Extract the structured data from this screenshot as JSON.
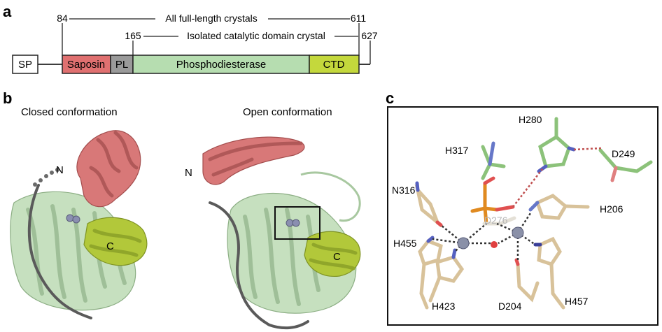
{
  "panels": {
    "a": {
      "label": "a",
      "positions": {
        "p84": "84",
        "p165": "165",
        "p611": "611",
        "p627": "627"
      },
      "ranges": {
        "full_length": "All full-length crystals",
        "catalytic": "Isolated catalytic domain crystal"
      },
      "domains": {
        "sp": {
          "label": "SP",
          "color": "#ffffff"
        },
        "saposin": {
          "label": "Saposin",
          "color": "#e07070"
        },
        "pl": {
          "label": "PL",
          "color": "#9a9a9a"
        },
        "pde": {
          "label": "Phosphodiesterase",
          "color": "#b6ddb0"
        },
        "ctd": {
          "label": "CTD",
          "color": "#c4d83c"
        }
      }
    },
    "b": {
      "label": "b",
      "closed": {
        "title": "Closed conformation",
        "n_label": "N",
        "c_label": "C"
      },
      "open": {
        "title": "Open conformation",
        "n_label": "N",
        "c_label": "C"
      },
      "colors": {
        "saposin": "#d87878",
        "pde": "#b9d6b2",
        "ctd": "#b2c83a",
        "linker": "#555555",
        "ions": "#8a8fb0"
      }
    },
    "c": {
      "label": "c",
      "residues": {
        "h280": "H280",
        "h317": "H317",
        "d249": "D249",
        "n316": "N316",
        "h206": "H206",
        "d276": "D276",
        "h455": "H455",
        "h423": "H423",
        "d204": "D204",
        "h457": "H457"
      },
      "colors": {
        "carbon_tan": "#d8c29a",
        "carbon_green": "#8cc27a",
        "nitrogen": "#5560c0",
        "oxygen": "#e05050",
        "phosphorus": "#e08a20",
        "zinc": "#8a90a8",
        "water": "#e04040"
      }
    }
  }
}
